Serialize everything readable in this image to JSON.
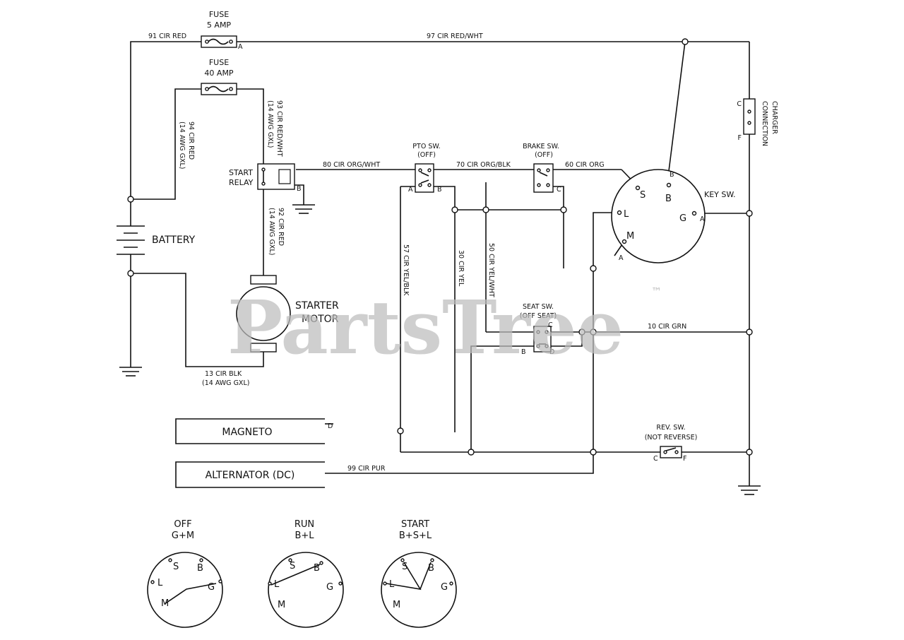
{
  "watermark": {
    "brand": "PartsTree",
    "mark": "™"
  },
  "fuses": {
    "fuse_5": {
      "title": "FUSE",
      "rating": "5 AMP",
      "terminal": "A"
    },
    "fuse_40": {
      "title": "FUSE",
      "rating": "40 AMP"
    }
  },
  "wires": {
    "w91": "91 CIR RED",
    "w97": "97 CIR RED/WHT",
    "w93": "93 CIR RED/WHT",
    "w93_gauge": "(14 AWG GXL)",
    "w94": "94 CIR RED",
    "w94_gauge": "(14 AWG GXL)",
    "w92": "92 CIR RED",
    "w92_gauge": "(14 AWG GXL)",
    "w80_org_wht": "80 CIR ORG/WHT",
    "w70": "70 CIR ORG/BLK",
    "w60": "60 CIR ORG",
    "w57": "57 CIR YEL/BLK",
    "w30": "30 CIR YEL",
    "w50": "50 CIR YEL/WHT",
    "w10": "10 CIR GRN",
    "w13": "13 CIR BLK",
    "w13_gauge": "(14 AWG GXL)",
    "w99": "99 CIR PUR"
  },
  "components": {
    "battery": "BATTERY",
    "start_relay": [
      "START",
      "RELAY"
    ],
    "relay_terminal": "B",
    "starter_motor": [
      "STARTER",
      "MOTOR"
    ],
    "pto_switch": {
      "title": "PTO SW.",
      "state": "(OFF)",
      "term_a": "A",
      "term_b": "B"
    },
    "brake_switch": {
      "title": "BRAKE SW.",
      "state": "(OFF)",
      "term_c": "C"
    },
    "key_switch": {
      "title": "KEY SW.",
      "s": "S",
      "b": "B",
      "l": "L",
      "g": "G",
      "m": "M",
      "lead_b": "B",
      "lead_a": "A",
      "lead_ma": "A"
    },
    "charger": {
      "title": [
        "CHARGER",
        "CONNECTION"
      ],
      "term_c": "C",
      "term_f": "F"
    },
    "seat_switch": {
      "title": "SEAT SW.",
      "state": "(OFF SEAT)",
      "c": "C",
      "b": "B",
      "d": "D"
    },
    "rev_switch": {
      "title": "REV. SW.",
      "state": "(NOT REVERSE)",
      "c": "C",
      "f": "F"
    },
    "magneto": {
      "label": "MAGNETO",
      "terminal": "D"
    },
    "alternator": {
      "label": "ALTERNATOR (DC)"
    }
  },
  "key_positions": [
    {
      "title": "OFF",
      "combo": "G+M",
      "s": "S",
      "b": "B",
      "l": "L",
      "g": "G",
      "m": "M"
    },
    {
      "title": "RUN",
      "combo": "B+L",
      "s": "S",
      "b": "B",
      "l": "L",
      "g": "G",
      "m": "M"
    },
    {
      "title": "START",
      "combo": "B+S+L",
      "s": "S",
      "b": "B",
      "l": "L",
      "g": "G",
      "m": "M"
    }
  ]
}
